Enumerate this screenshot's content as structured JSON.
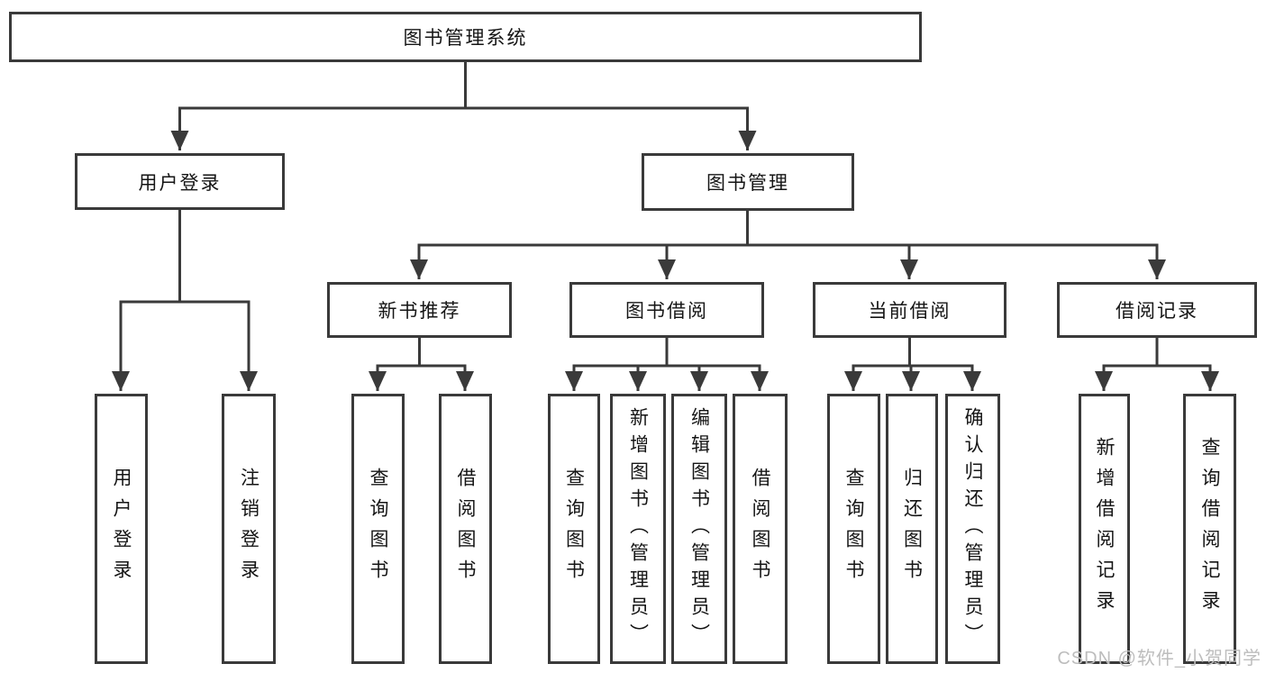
{
  "diagram": {
    "root": {
      "label": "图书管理系统"
    },
    "level2": [
      {
        "label": "用户登录"
      },
      {
        "label": "图书管理"
      }
    ],
    "level3": [
      {
        "parent": "图书管理",
        "label": "新书推荐"
      },
      {
        "parent": "图书管理",
        "label": "图书借阅"
      },
      {
        "parent": "图书管理",
        "label": "当前借阅"
      },
      {
        "parent": "图书管理",
        "label": "借阅记录"
      }
    ],
    "leaves": [
      {
        "parent": "用户登录",
        "label": "用户登录"
      },
      {
        "parent": "用户登录",
        "label": "注销登录"
      },
      {
        "parent": "新书推荐",
        "label": "查询图书"
      },
      {
        "parent": "新书推荐",
        "label": "借阅图书"
      },
      {
        "parent": "图书借阅",
        "label": "查询图书"
      },
      {
        "parent": "图书借阅",
        "label": "新增图书（管理员）"
      },
      {
        "parent": "图书借阅",
        "label": "编辑图书（管理员）"
      },
      {
        "parent": "图书借阅",
        "label": "借阅图书"
      },
      {
        "parent": "当前借阅",
        "label": "查询图书"
      },
      {
        "parent": "当前借阅",
        "label": "归还图书"
      },
      {
        "parent": "当前借阅",
        "label": "确认归还（管理员）"
      },
      {
        "parent": "借阅记录",
        "label": "新增借阅记录"
      },
      {
        "parent": "借阅记录",
        "label": "查询借阅记录"
      }
    ]
  },
  "watermark": {
    "text": "CSDN @软件_小贺同学"
  },
  "colors": {
    "line": "#3a3a3a",
    "box_border": "#3a3a3a",
    "box_fill": "#ffffff",
    "text": "#151515",
    "background": "#ffffff",
    "watermark_text": "#bdbdbd"
  }
}
